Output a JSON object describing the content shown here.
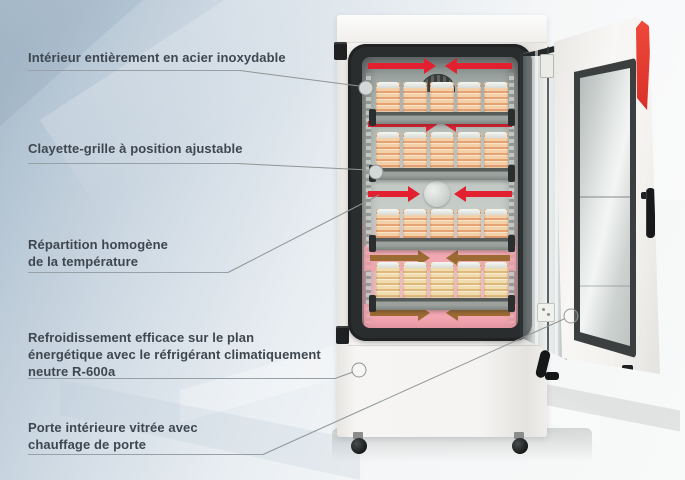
{
  "figure": {
    "type": "annotated-product-illustration",
    "subject": "refrigerated laboratory incubator with open doors, four wire shelves of stacked petri dishes and airflow arrows"
  },
  "callouts": [
    {
      "lines": [
        "Intérieur entièrement en acier inoxydable"
      ]
    },
    {
      "lines": [
        "Clayette-grille à position ajustable"
      ]
    },
    {
      "lines": [
        "Répartition homogène",
        "de la température"
      ]
    },
    {
      "lines": [
        "Refroidissement efficace sur le plan",
        "énergétique avec le réfrigérant climatiquement",
        "neutre R-600a"
      ]
    },
    {
      "lines": [
        "Porte intérieure vitrée avec",
        "chauffage de porte"
      ]
    }
  ],
  "colors": {
    "background_top_left": "#a4b8c8",
    "background_bottom_right": "#f8f9f9",
    "label_text": "#3e4750",
    "callout_line": "#8f9695",
    "airflow_arrow_hot": "#e32030",
    "airflow_arrow_warm": "#9c6a33",
    "heat_glow_pink": "#f0b9c2",
    "door_accent_red": "#e5372f",
    "cabinet_body": "#f4f3f1",
    "door_gasket": "#2a2d2e",
    "chamber_wall": "#b2bab6",
    "petri_dish": "#eec49a"
  },
  "icons": {
    "fan_dome": "fan-icon",
    "fan_circulator": "fan-circle-icon",
    "airflow": "airflow-arrow-icon",
    "marker": "callout-marker"
  },
  "counts": {
    "shelves": 4,
    "petri_stacks_per_shelf": 5,
    "airflow_rows": 5
  }
}
